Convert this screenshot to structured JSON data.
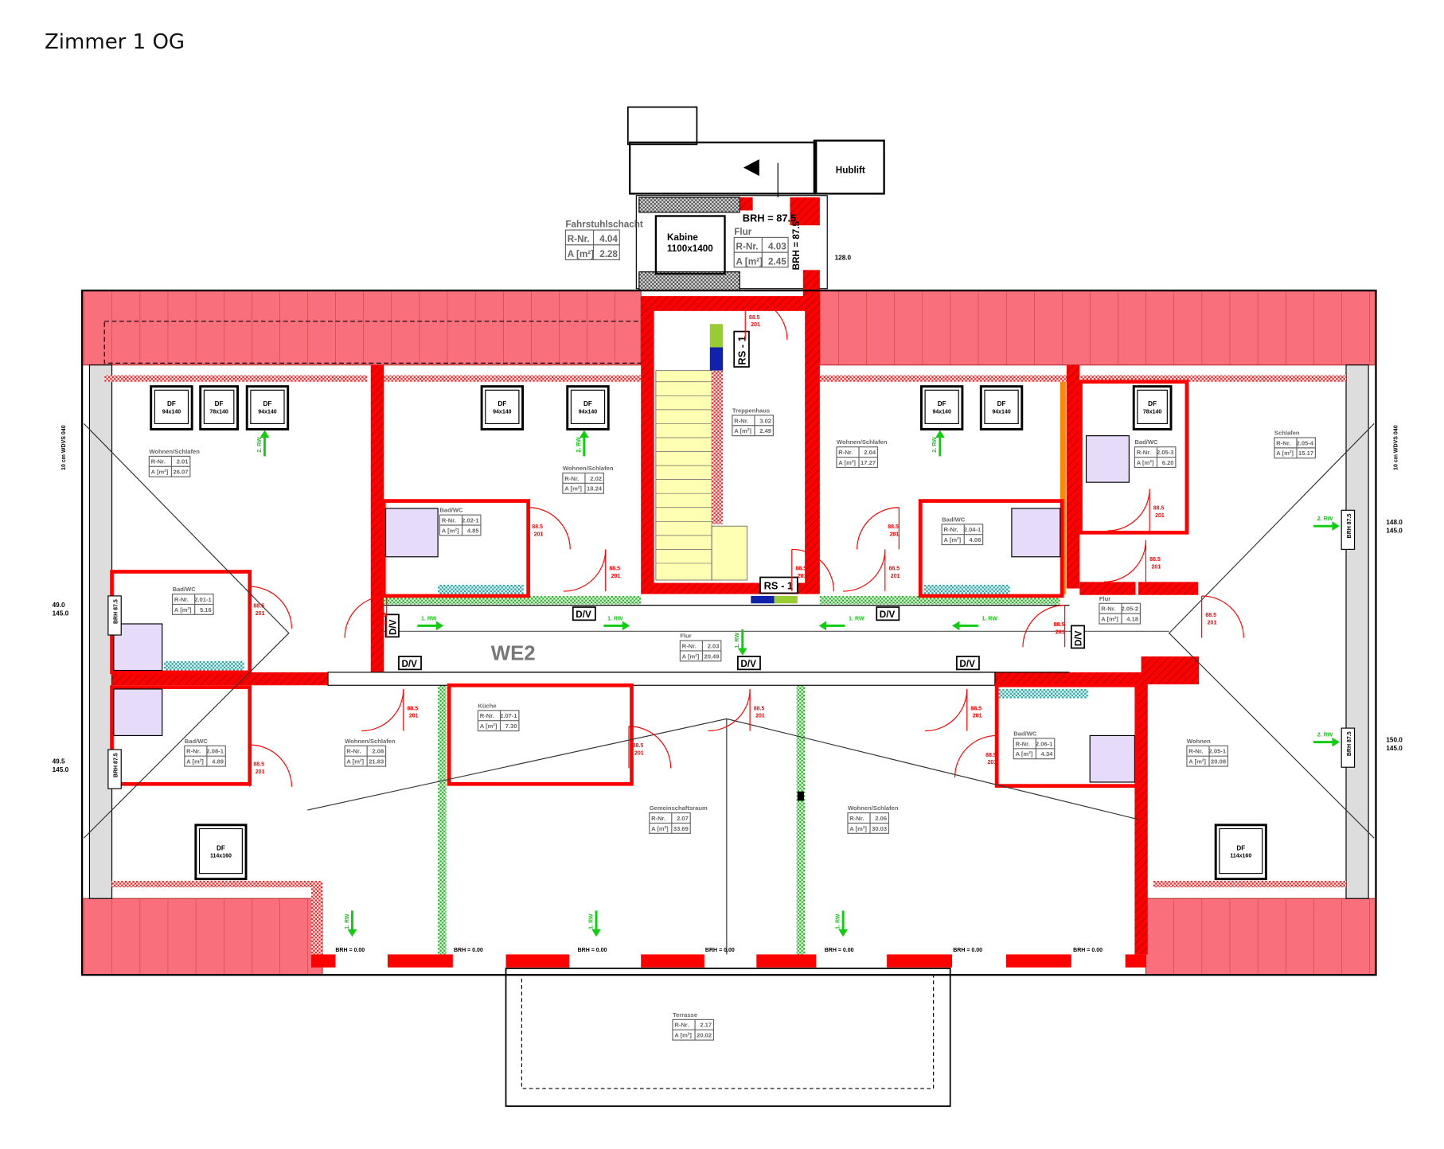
{
  "title": "Zimmer 1 OG",
  "unit_label": "WE2",
  "row_labels": {
    "r_nr": "R-Nr.",
    "area": "A [m²]"
  },
  "rooms": [
    {
      "name": "Wohnen/Schlafen",
      "r_nr": "2.01",
      "area": "26.07"
    },
    {
      "name": "Bad/WC",
      "r_nr": "2.01-1",
      "area": "5.16"
    },
    {
      "name": "Wohnen/Schlafen",
      "r_nr": "2.02",
      "area": "18.24"
    },
    {
      "name": "Bad/WC",
      "r_nr": "2.02-1",
      "area": "4.85"
    },
    {
      "name": "Treppenhaus",
      "r_nr": "3.02",
      "area": "2.49"
    },
    {
      "name": "Wohnen/Schlafen",
      "r_nr": "2.04",
      "area": "17.27"
    },
    {
      "name": "Bad/WC",
      "r_nr": "2.04-1",
      "area": "4.06"
    },
    {
      "name": "Bad/WC",
      "r_nr": "2.05-3",
      "area": "6.20"
    },
    {
      "name": "Schlafen",
      "r_nr": "2.05-4",
      "area": "15.17"
    },
    {
      "name": "Flur",
      "r_nr": "2.05-2",
      "area": "4.18"
    },
    {
      "name": "Flur",
      "r_nr": "2.03",
      "area": "20.49"
    },
    {
      "name": "Küche",
      "r_nr": "2.07-1",
      "area": "7.30"
    },
    {
      "name": "Wohnen/Schlafen",
      "r_nr": "2.08",
      "area": "21.83"
    },
    {
      "name": "Bad/WC",
      "r_nr": "2.08-1",
      "area": "4.89"
    },
    {
      "name": "Gemeinschaftsraum",
      "r_nr": "2.07",
      "area": "33.69"
    },
    {
      "name": "Wohnen/Schlafen",
      "r_nr": "2.06",
      "area": "30.03"
    },
    {
      "name": "Bad/WC",
      "r_nr": "2.06-1",
      "area": "4.34"
    },
    {
      "name": "Wohnen",
      "r_nr": "2.05-1",
      "area": "20.08"
    },
    {
      "name": "Terrasse",
      "r_nr": "2.17",
      "area": "20.02"
    },
    {
      "name": "Fahrstuhlschacht",
      "r_nr": "4.04",
      "area": "2.28"
    },
    {
      "name": "Flur",
      "r_nr": "4.03",
      "area": "2.45"
    }
  ],
  "roof_windows": [
    {
      "label": "DF",
      "size": "94x140"
    },
    {
      "label": "DF",
      "size": "78x140"
    },
    {
      "label": "DF",
      "size": "94x140"
    },
    {
      "label": "DF",
      "size": "94x140"
    },
    {
      "label": "DF",
      "size": "94x140"
    },
    {
      "label": "DF",
      "size": "94x140"
    },
    {
      "label": "DF",
      "size": "94x140"
    },
    {
      "label": "DF",
      "size": "78x140"
    },
    {
      "label": "DF",
      "size": "114x160"
    },
    {
      "label": "DF",
      "size": "114x160"
    }
  ],
  "elevator": {
    "lift": "Hublift",
    "cabin": "Kabine",
    "cabin_size": "1100x1400",
    "brh": "BRH = 87.5",
    "brh_vertical": "BRH = 87.5",
    "dim": "128.0"
  },
  "stair_markers": [
    "RS - 1",
    "RS - 1"
  ],
  "dv_label": "D/V",
  "brh_zero": "BRH = 0.00",
  "escape_labels": [
    "1. RW",
    "2. RW"
  ],
  "door_label": {
    "size": "88.5",
    "height": "201"
  },
  "side_labels": {
    "wall": "10 cm WDVS 040",
    "brh": "BRH 87.5",
    "left_top": [
      "49.0",
      "145.0"
    ],
    "left_bot": [
      "49.5",
      "145.0"
    ],
    "right_top": [
      "148.0",
      "145.0"
    ],
    "right_bot": [
      "150.0",
      "145.0"
    ]
  },
  "colors": {
    "wall": "#ff0000",
    "roof": "#f9707c",
    "bath": "#e6dcfa",
    "stair": "#ffffb4",
    "green": "#22bb22",
    "teal": "#22aaaa"
  }
}
